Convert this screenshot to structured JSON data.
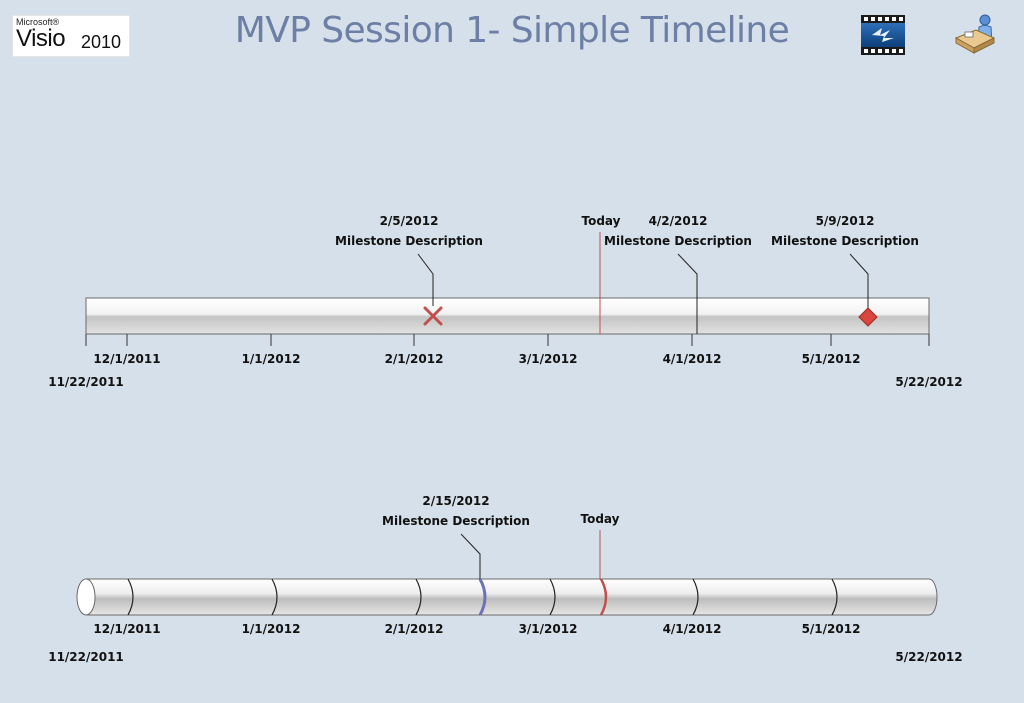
{
  "logo": {
    "ms": "Microsoft®",
    "product": "Visio",
    "version": "2010"
  },
  "title": "MVP Session 1- Simple Timeline",
  "icons": {
    "left": "film-strip-icon",
    "right": "desk-person-icon"
  },
  "colors": {
    "background": "#d6e0eb",
    "title": "#6e7fa6",
    "today": "#c0504d",
    "milestone_red": "#c0504d",
    "milestone_blue": "#6b73b3"
  },
  "timeline1": {
    "start_label": "11/22/2011",
    "end_label": "5/22/2012",
    "ticks": [
      "12/1/2011",
      "1/1/2012",
      "2/1/2012",
      "3/1/2012",
      "4/1/2012",
      "5/1/2012"
    ],
    "today_label": "Today",
    "milestones": [
      {
        "date": "2/5/2012",
        "description": "Milestone Description",
        "marker": "x"
      },
      {
        "date": "4/2/2012",
        "description": "Milestone Description",
        "marker": "line"
      },
      {
        "date": "5/9/2012",
        "description": "Milestone Description",
        "marker": "diamond"
      }
    ]
  },
  "timeline2": {
    "start_label": "11/22/2011",
    "end_label": "5/22/2012",
    "ticks": [
      "12/1/2011",
      "1/1/2012",
      "2/1/2012",
      "3/1/2012",
      "4/1/2012",
      "5/1/2012"
    ],
    "today_label": "Today",
    "milestones": [
      {
        "date": "2/15/2012",
        "description": "Milestone Description",
        "marker": "ring"
      }
    ]
  }
}
